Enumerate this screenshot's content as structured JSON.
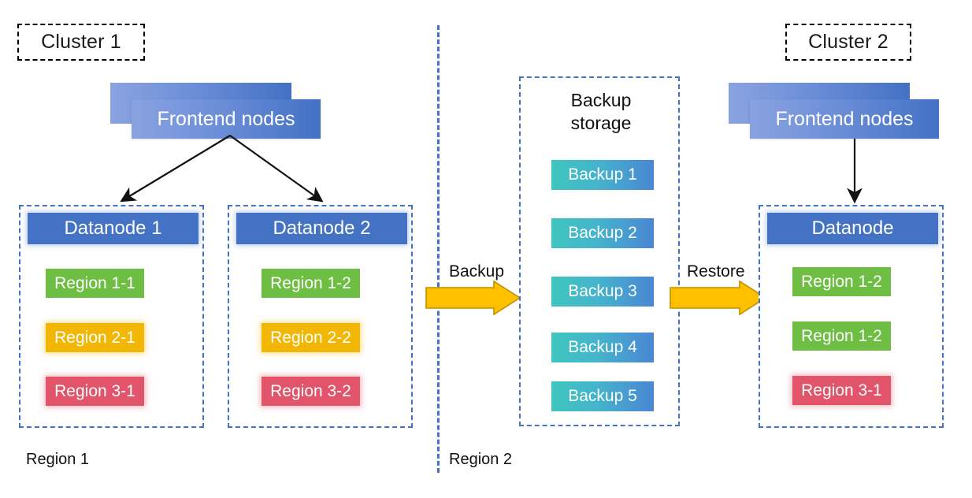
{
  "diagram": {
    "title_left": "Cluster 1",
    "title_right": "Cluster 2",
    "colors": {
      "node_blue": "#4472c4",
      "frontend_gradient_start": "#8aa3e0",
      "frontend_gradient_end": "#4471c4",
      "region_green": "#6fbe44",
      "region_gold": "#f2b705",
      "region_red": "#e2546a",
      "backup_gradient_start": "#3fc5bf",
      "backup_gradient_end": "#4a86d4",
      "arrow_fill": "#ffc000",
      "arrow_stroke": "#bf9000",
      "dashed_blue": "#4472c4",
      "dashed_black": "#000000"
    }
  },
  "cluster1": {
    "tag": "Cluster 1",
    "frontend_label": "Frontend nodes",
    "datanodes": [
      {
        "header": "Datanode 1",
        "regions": [
          {
            "label": "Region 1-1",
            "color": "green"
          },
          {
            "label": "Region 2-1",
            "color": "gold"
          },
          {
            "label": "Region 3-1",
            "color": "red"
          }
        ]
      },
      {
        "header": "Datanode 2",
        "regions": [
          {
            "label": "Region 1-2",
            "color": "green"
          },
          {
            "label": "Region 2-2",
            "color": "gold"
          },
          {
            "label": "Region 3-2",
            "color": "red"
          }
        ]
      }
    ]
  },
  "cluster2": {
    "tag": "Cluster 2",
    "frontend_label": "Frontend nodes",
    "datanode": {
      "header": "Datanode",
      "regions": [
        {
          "label": "Region 1-2",
          "color": "green"
        },
        {
          "label": "Region 1-2",
          "color": "green"
        },
        {
          "label": "Region 3-1",
          "color": "red"
        }
      ]
    }
  },
  "backup_storage": {
    "title_line1": "Backup",
    "title_line2": "storage",
    "items": [
      {
        "label": "Backup 1"
      },
      {
        "label": "Backup 2"
      },
      {
        "label": "Backup 3"
      },
      {
        "label": "Backup 4"
      },
      {
        "label": "Backup 5"
      }
    ]
  },
  "flows": {
    "backup_label": "Backup",
    "restore_label": "Restore"
  },
  "regions_footer": {
    "left": "Region 1",
    "right": "Region 2"
  }
}
